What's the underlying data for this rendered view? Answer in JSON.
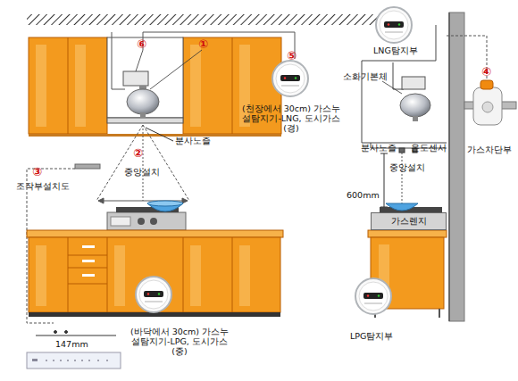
{
  "diagram": {
    "nodes": [
      {
        "text": [
          "가스렌지"
        ]
      }
    ],
    "labels": [
      "⑥",
      "①",
      "⑤",
      "(천장에서 30cm) 가스누설탐지기-LNG, 도시가스(경)",
      "분사노즐",
      "②",
      "중앙설치",
      "③",
      "조작부설치도",
      "(바닥에서 30cm) 가스누설탐지기-LPG, 도시가스(중)",
      "147mm",
      "LNG탐지부",
      "소화기본체",
      "④",
      "분사노즐",
      "온도센서",
      "600mm",
      "중앙설치",
      "가스차단부",
      "LPG탐지부"
    ]
  }
}
